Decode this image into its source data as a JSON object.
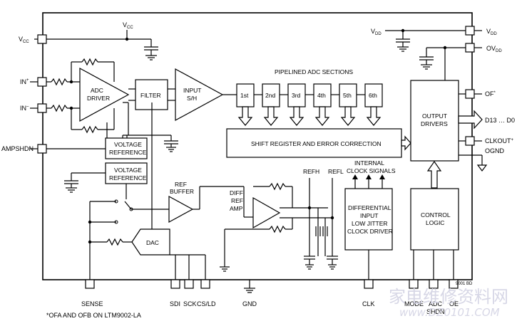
{
  "pins_left": {
    "vcc": "V",
    "vcc_sub": "CC",
    "in_plus": "IN",
    "in_plus_sup": "+",
    "in_minus": "IN",
    "in_minus_sup": "–",
    "ampshdn": "AMPSHDN"
  },
  "pins_right": {
    "vdd": "V",
    "vdd_sub": "DD",
    "ovdd": "OV",
    "ovdd_sub": "DD",
    "of": "OF",
    "of_sup": "*",
    "d13": "D13 … D0",
    "clkout": "CLKOUT",
    "clkout_sup": "+",
    "ognd": "OGND"
  },
  "pins_bottom": {
    "sense": "SENSE",
    "sdi": "SDI",
    "sck": "SCK",
    "csld": "CS/LD",
    "gnd": "GND",
    "clk": "CLK",
    "mode": "MODE",
    "adc": "ADC",
    "shdn": "SHDN",
    "oe": "OE"
  },
  "supply_labels": {
    "vcc_top": "V",
    "vcc_top_sub": "CC",
    "vdd_left": "V",
    "vdd_left_sub": "DD"
  },
  "blocks": {
    "adc_driver_1": "ADC",
    "adc_driver_2": "DRIVER",
    "filter": "FILTER",
    "input_sh_1": "INPUT",
    "input_sh_2": "S/H",
    "pipelined_title": "PIPELINED ADC SECTIONS",
    "sections": [
      "1st",
      "2nd",
      "3rd",
      "4th",
      "5th",
      "6th"
    ],
    "shift_register": "SHIFT REGISTER AND ERROR CORRECTION",
    "output_drivers_1": "OUTPUT",
    "output_drivers_2": "DRIVERS",
    "vref1_1": "VOLTAGE",
    "vref1_2": "REFERENCE",
    "vref2_1": "VOLTAGE",
    "vref2_2": "REFERENCE",
    "ref_buffer_1": "REF",
    "ref_buffer_2": "BUFFER",
    "diff_ref_1": "DIFF",
    "diff_ref_2": "REF",
    "diff_ref_3": "AMP",
    "refh": "REFH",
    "refl": "REFL",
    "internal_clk_1": "INTERNAL",
    "internal_clk_2": "CLOCK SIGNALS",
    "clock_driver_1": "DIFFERENTIAL",
    "clock_driver_2": "INPUT",
    "clock_driver_3": "LOW JITTER",
    "clock_driver_4": "CLOCK DRIVER",
    "control_logic_1": "CONTROL",
    "control_logic_2": "LOGIC",
    "dac": "DAC"
  },
  "figure_id": "9001 BD",
  "footnote": "*OFA AND OFB ON LTM9002-LA",
  "watermark": {
    "cn": "家电维修资料网",
    "url": "www.DZ0101.COM"
  }
}
